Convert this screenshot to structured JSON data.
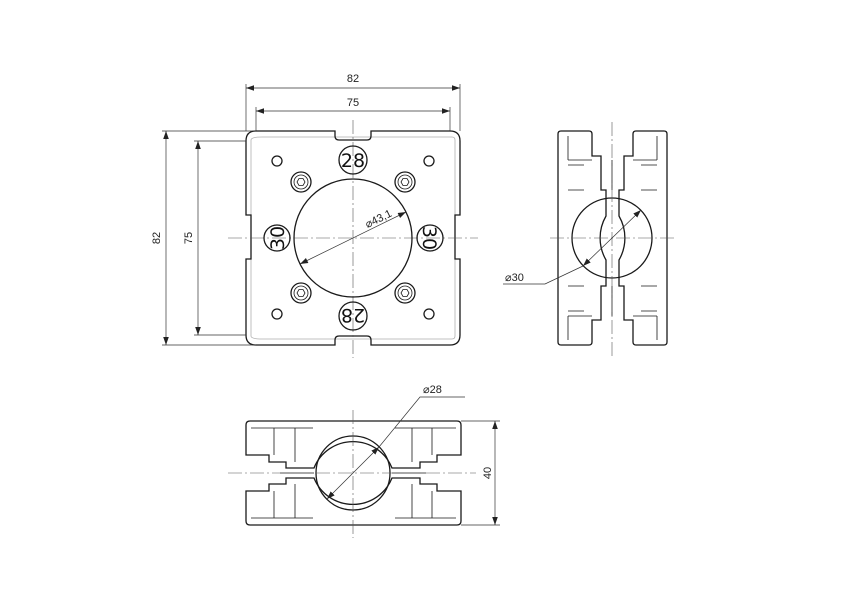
{
  "front_view": {
    "dim_width_outer": "82",
    "dim_width_inner": "75",
    "dim_height_outer": "82",
    "dim_height_inner": "75",
    "dim_bore": "⌀43,1",
    "mark_top": "28",
    "mark_bottom": "28",
    "mark_left": "30",
    "mark_right": "30"
  },
  "side_view": {
    "dim_bore": "⌀30"
  },
  "top_view": {
    "dim_bore": "⌀28",
    "dim_height": "40"
  }
}
